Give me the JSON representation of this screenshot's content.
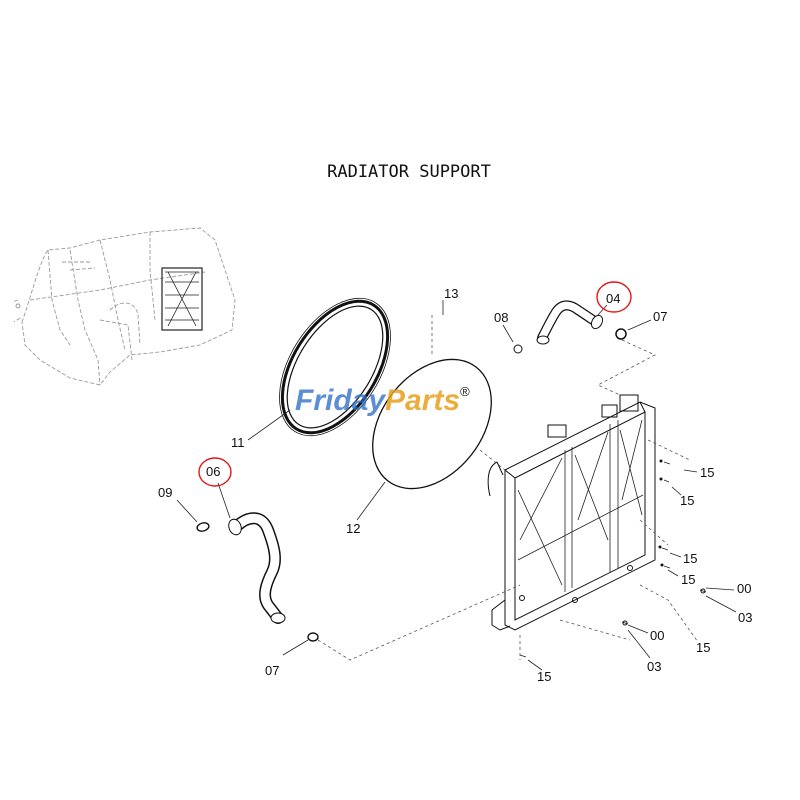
{
  "title": "RADIATOR SUPPORT",
  "watermark": {
    "part1": "Friday",
    "part2": "Parts",
    "mark": "®"
  },
  "colors": {
    "highlight": "#e01818",
    "watermark_blue": "#2f6fc7",
    "watermark_orange": "#e8a11d"
  },
  "callouts": [
    {
      "id": "13",
      "label": "13"
    },
    {
      "id": "04",
      "label": "04",
      "highlighted": true
    },
    {
      "id": "08",
      "label": "08"
    },
    {
      "id": "07a",
      "label": "07"
    },
    {
      "id": "11",
      "label": "11"
    },
    {
      "id": "12",
      "label": "12"
    },
    {
      "id": "06",
      "label": "06",
      "highlighted": true
    },
    {
      "id": "09",
      "label": "09"
    },
    {
      "id": "07b",
      "label": "07"
    },
    {
      "id": "15a",
      "label": "15"
    },
    {
      "id": "15b",
      "label": "15"
    },
    {
      "id": "15c",
      "label": "15"
    },
    {
      "id": "15d",
      "label": "15"
    },
    {
      "id": "00a",
      "label": "00"
    },
    {
      "id": "03a",
      "label": "03"
    },
    {
      "id": "15e",
      "label": "15"
    },
    {
      "id": "00b",
      "label": "00"
    },
    {
      "id": "03b",
      "label": "03"
    },
    {
      "id": "15f",
      "label": "15"
    }
  ]
}
